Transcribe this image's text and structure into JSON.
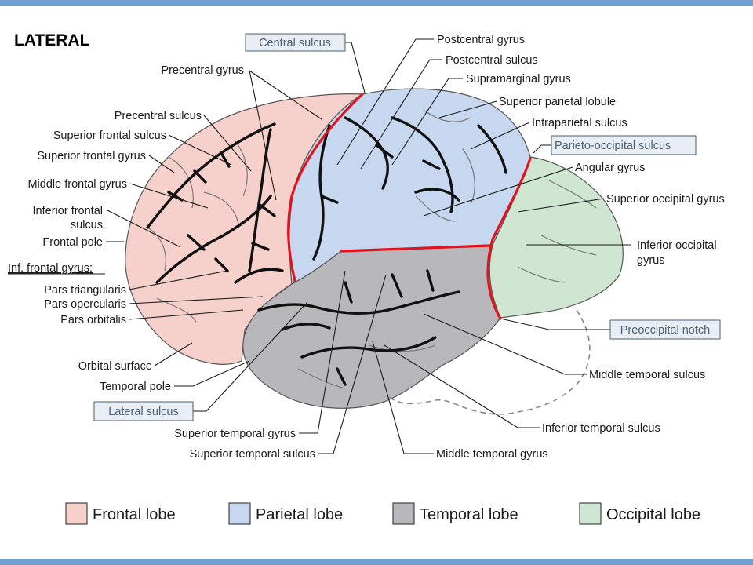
{
  "title": "LATERAL",
  "colors": {
    "frontal": "#f6d0cb",
    "parietal": "#c7d7ef",
    "temporal": "#b8b8bc",
    "occipital": "#cfe6d3",
    "boundary": "#e0141c",
    "frame": "#6e9fd0"
  },
  "labels": {
    "central_sulcus": "Central sulcus",
    "postcentral_gyrus": "Postcentral gyrus",
    "postcentral_sulcus": "Postcentral sulcus",
    "supramarginal_gyrus": "Supramarginal gyrus",
    "superior_parietal_lobule": "Superior parietal lobule",
    "intraparietal_sulcus": "Intraparietal sulcus",
    "parieto_occipital_sulcus": "Parieto-occipital sulcus",
    "angular_gyrus": "Angular gyrus",
    "superior_occipital_gyrus": "Superior occipital gyrus",
    "inferior_occipital_gyrus_1": "Inferior occipital",
    "inferior_occipital_gyrus_2": "gyrus",
    "preoccipital_notch": "Preoccipital notch",
    "middle_temporal_sulcus": "Middle temporal sulcus",
    "inferior_temporal_sulcus": "Inferior temporal sulcus",
    "middle_temporal_gyrus": "Middle temporal gyrus",
    "superior_temporal_sulcus": "Superior temporal sulcus",
    "superior_temporal_gyrus": "Superior temporal gyrus",
    "lateral_sulcus": "Lateral sulcus",
    "temporal_pole": "Temporal pole",
    "orbital_surface": "Orbital surface",
    "pars_orbitalis": "Pars orbitalis",
    "pars_opercularis": "Pars opercularis",
    "pars_triangularis": "Pars triangularis",
    "inf_frontal_gyrus": "Inf. frontal gyrus:",
    "frontal_pole": "Frontal pole",
    "inferior_frontal_sulcus_1": "Inferior frontal",
    "inferior_frontal_sulcus_2": "sulcus",
    "middle_frontal_gyrus": "Middle frontal gyrus",
    "superior_frontal_gyrus": "Superior frontal gyrus",
    "superior_frontal_sulcus": "Superior frontal sulcus",
    "precentral_sulcus": "Precentral sulcus",
    "precentral_gyrus": "Precentral gyrus"
  },
  "legend": [
    {
      "label": "Frontal lobe",
      "color": "#f6d0cb"
    },
    {
      "label": "Parietal lobe",
      "color": "#c7d7ef"
    },
    {
      "label": "Temporal lobe",
      "color": "#b8b8bc"
    },
    {
      "label": "Occipital lobe",
      "color": "#cfe6d3"
    }
  ]
}
